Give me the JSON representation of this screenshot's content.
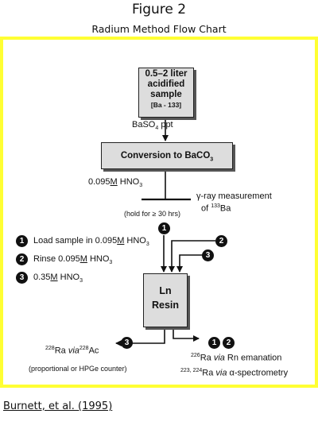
{
  "header": {
    "title": "Figure 2",
    "subtitle": "Radium Method Flow Chart"
  },
  "sample_box": {
    "lines": [
      "0.5–2 liter",
      "acidified",
      "sample"
    ],
    "tracer": "[Ba - 133]"
  },
  "precipitate": {
    "prefix": "BaSO",
    "sub": "4",
    "suffix": " ppt"
  },
  "conversion_box": {
    "prefix": "Conversion to BaCO",
    "sub": "3"
  },
  "acid_step": {
    "prefix": "0.095",
    "underline": "M",
    "suffix": " HNO",
    "sub": "3"
  },
  "gamma": {
    "line1": "γ-ray measurement",
    "line2_prefix": "of ",
    "line2_sup": "133",
    "line2_suffix": "Ba"
  },
  "hold": "(hold for ≥ 30 hrs)",
  "steps": [
    {
      "num": "1",
      "prefix": "Load sample in 0.095",
      "underline": "M",
      "suffix": " HNO",
      "sub": "3"
    },
    {
      "num": "2",
      "prefix": "Rinse 0.095",
      "underline": "M",
      "suffix": " HNO",
      "sub": "3"
    },
    {
      "num": "3",
      "prefix": "0.35",
      "underline": "M",
      "suffix": " HNO",
      "sub": "3"
    }
  ],
  "resin_box": {
    "line1": "Ln",
    "line2": "Resin"
  },
  "ac_output": {
    "sup1": "228",
    "text1": "Ra ",
    "via": "via",
    "sup2": "228",
    "text2": "Ac",
    "note": "(proportional or HPGe counter)"
  },
  "rn_output": {
    "sup1": "226",
    "text1": "Ra ",
    "via1": "via",
    "text1b": " Rn emanation",
    "sup2": "223, 224",
    "text2": "Ra ",
    "via2": "via",
    "text2b": " α-spectrometry"
  },
  "flow_badges": {
    "load": "1",
    "rinse": "2",
    "strip": "3",
    "out_ac": "3",
    "out_rn_a": "1",
    "out_rn_b": "2"
  },
  "citation": "Burnett, et al. (1995)"
}
